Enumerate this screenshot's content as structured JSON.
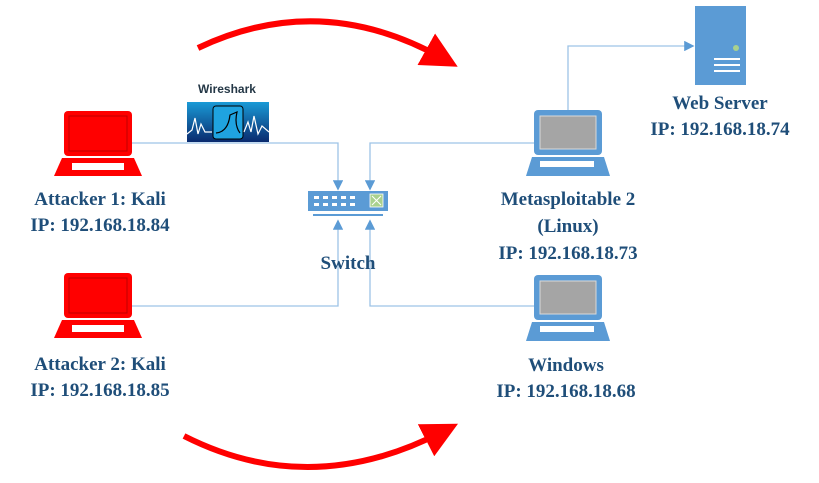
{
  "colors": {
    "attacker": "#ff0000",
    "device": "#5b9bd5",
    "text": "#1f4e79",
    "link": "#9dc3e6",
    "arrow": "#ff0000"
  },
  "wireshark": {
    "label": "Wireshark",
    "icon": "wireshark-logo-icon"
  },
  "switch": {
    "label": "Switch",
    "icon": "network-switch-icon"
  },
  "nodes": {
    "attacker1": {
      "name": "Attacker 1: Kali",
      "ip": "IP: 192.168.18.84",
      "icon": "laptop-icon"
    },
    "attacker2": {
      "name": "Attacker 2: Kali",
      "ip": "IP: 192.168.18.85",
      "icon": "laptop-icon"
    },
    "metasploitable": {
      "name": "Metasploitable 2",
      "os": "(Linux)",
      "ip": "IP: 192.168.18.73",
      "icon": "laptop-icon"
    },
    "windows": {
      "name": "Windows",
      "ip": "IP: 192.168.18.68",
      "icon": "laptop-icon"
    },
    "webserver": {
      "name": "Web Server",
      "ip": "IP: 192.168.18.74",
      "icon": "server-icon"
    }
  }
}
